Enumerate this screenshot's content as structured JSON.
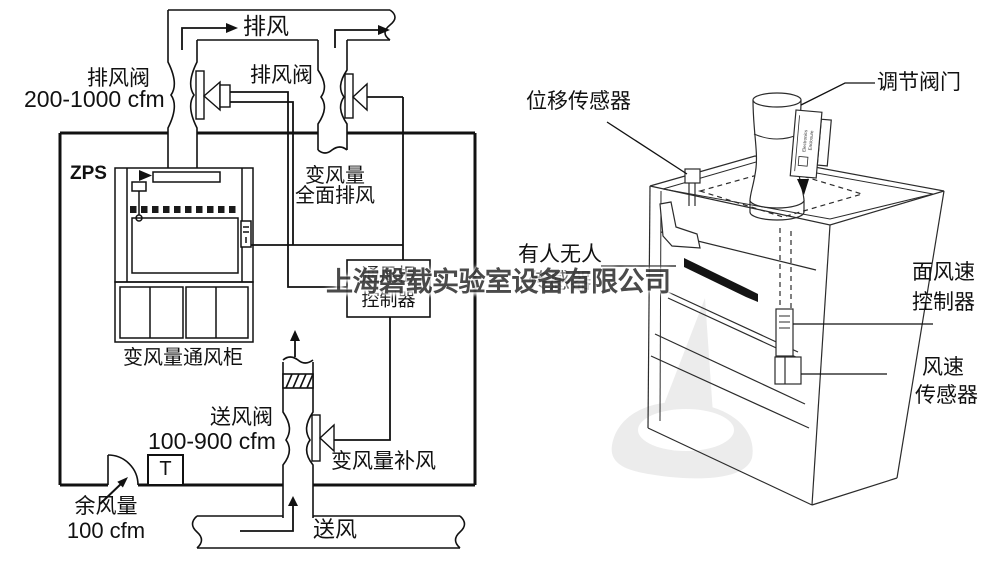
{
  "watermark": {
    "text": "上海磐载实验室设备有限公司",
    "color": "#3d3d3d"
  },
  "left_diagram": {
    "exhaust_air_label": "排风",
    "exhaust_valve1_label": "排风阀",
    "exhaust_valve1_range": "200-1000 cfm",
    "exhaust_valve2_label": "排风阀",
    "general_exhaust_line1": "变风量",
    "general_exhaust_line2": "全面排风",
    "zps_label": "ZPS",
    "fume_hood_label": "变风量通风柜",
    "controller_line1": "通风柜",
    "controller_line2": "控制器",
    "thermostat_label": "T",
    "supply_valve_label": "送风阀",
    "supply_valve_range": "100-900 cfm",
    "makeup_air_label": "变风量补风",
    "residual_air_line1": "余风量",
    "residual_air_line2": "100 cfm",
    "supply_air_label": "送风"
  },
  "right_diagram": {
    "displacement_sensor_label": "位移传感器",
    "regulating_valve_label": "调节阀门",
    "occupancy_sensor_line1": "有人无人",
    "occupancy_sensor_line2": "传感器",
    "face_velocity_controller_line1": "面风速",
    "face_velocity_controller_line2": "控制器",
    "velocity_sensor_line1": "风速",
    "velocity_sensor_line2": "传感器",
    "electronics_box_line1": "Electronics",
    "electronics_box_line2": "Enclosure"
  },
  "colors": {
    "line": "#111111",
    "watermark_logo": "#ececec"
  }
}
